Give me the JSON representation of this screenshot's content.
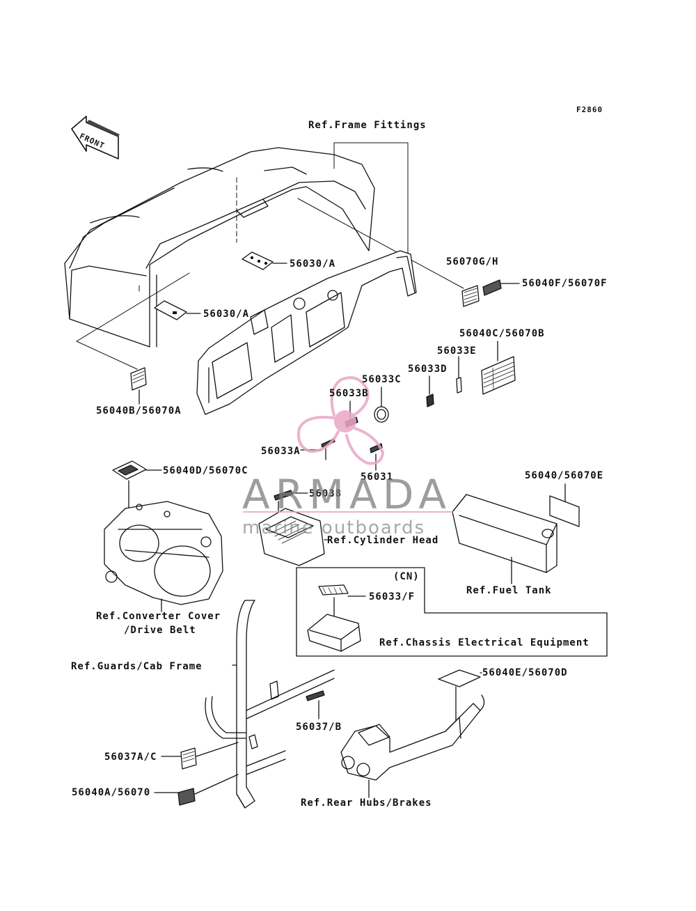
{
  "figure_code": "F2860",
  "watermark": {
    "brand": "ARMADA",
    "tagline": "marine outboards"
  },
  "front_arrow_label": "FRONT",
  "callouts": {
    "ref_frame_fittings": "Ref.Frame Fittings",
    "p56030a_top": "56030/A",
    "p56030a_bottom": "56030/A",
    "p56070gh": "56070G/H",
    "p56040f": "56040F/56070F",
    "p56040c": "56040C/56070B",
    "p56033e": "56033E",
    "p56033d": "56033D",
    "p56033c": "56033C",
    "p56033b": "56033B",
    "p56040b": "56040B/56070A",
    "p56033a": "56033A",
    "p56031": "56031",
    "p56040d": "56040D/56070C",
    "p56038": "56038",
    "ref_cylinder_head": "Ref.Cylinder Head",
    "p56040e_tank": "56040/56070E",
    "ref_fuel_tank": "Ref.Fuel Tank",
    "cn_tag": "(CN)",
    "p56033f": "56033/F",
    "ref_chassis": "Ref.Chassis Electrical Equipment",
    "ref_converter_1": "Ref.Converter Cover",
    "ref_converter_2": "/Drive Belt",
    "ref_guards": "Ref.Guards/Cab Frame",
    "p56040e_d": "56040E/56070D",
    "p56037b": "56037/B",
    "p56037ac": "56037A/C",
    "p56040a": "56040A/56070",
    "ref_rear_hubs": "Ref.Rear Hubs/Brakes"
  },
  "colors": {
    "line": "#111111",
    "watermark_pink": "#e8a6c6",
    "watermark_gray": "#7d7d7d"
  }
}
